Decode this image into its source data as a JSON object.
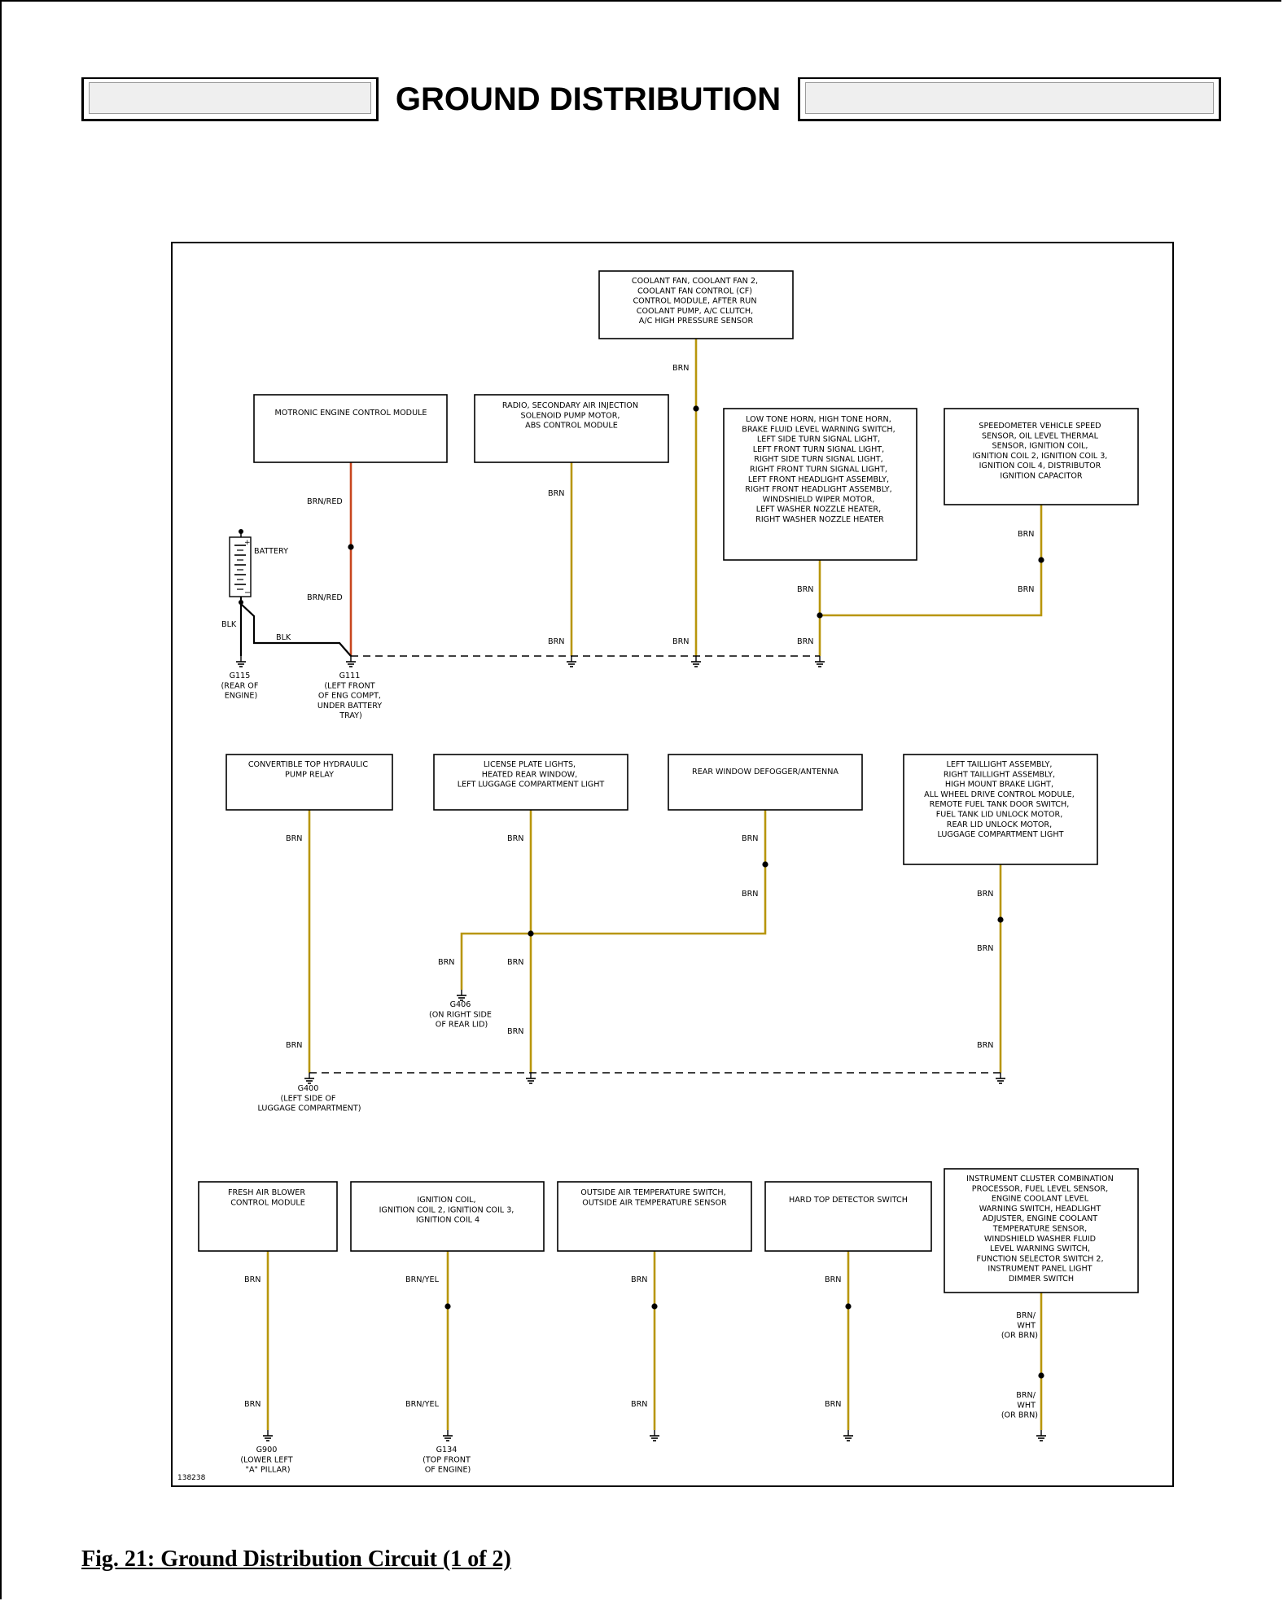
{
  "title": "GROUND DISTRIBUTION",
  "caption": "Fig. 21: Ground Distribution Circuit (1 of 2)",
  "diagram_id": "138238",
  "components": {
    "coolant": [
      "COOLANT FAN, COOLANT FAN 2,",
      "COOLANT FAN CONTROL (CF)",
      "CONTROL MODULE, AFTER RUN",
      "COOLANT PUMP, A/C CLUTCH,",
      "A/C HIGH PRESSURE SENSOR"
    ],
    "motronic": [
      "MOTRONIC ENGINE CONTROL MODULE"
    ],
    "radio": [
      "RADIO, SECONDARY AIR INJECTION",
      "SOLENOID PUMP MOTOR,",
      "ABS CONTROL MODULE"
    ],
    "horn": [
      "LOW TONE HORN, HIGH TONE HORN,",
      "BRAKE FLUID LEVEL WARNING SWITCH,",
      "LEFT SIDE TURN SIGNAL LIGHT,",
      "LEFT FRONT TURN SIGNAL LIGHT,",
      "RIGHT SIDE TURN SIGNAL LIGHT,",
      "RIGHT FRONT TURN SIGNAL LIGHT,",
      "LEFT FRONT HEADLIGHT ASSEMBLY,",
      "RIGHT FRONT HEADLIGHT ASSEMBLY,",
      "WINDSHIELD WIPER MOTOR,",
      "LEFT WASHER NOZZLE HEATER,",
      "RIGHT WASHER NOZZLE HEATER"
    ],
    "speedo": [
      "SPEEDOMETER VEHICLE SPEED",
      "SENSOR, OIL LEVEL THERMAL",
      "SENSOR, IGNITION COIL,",
      "IGNITION COIL 2, IGNITION COIL 3,",
      "IGNITION COIL 4, DISTRIBUTOR",
      "IGNITION CAPACITOR"
    ],
    "convertible": [
      "CONVERTIBLE TOP HYDRAULIC",
      "PUMP RELAY"
    ],
    "license": [
      "LICENSE PLATE LIGHTS,",
      "HEATED REAR WINDOW,",
      "LEFT LUGGAGE COMPARTMENT LIGHT"
    ],
    "defogger": [
      "REAR WINDOW DEFOGGER/ANTENNA"
    ],
    "taillight": [
      "LEFT TAILLIGHT ASSEMBLY,",
      "RIGHT TAILLIGHT ASSEMBLY,",
      "HIGH MOUNT BRAKE LIGHT,",
      "ALL WHEEL DRIVE CONTROL MODULE,",
      "REMOTE FUEL TANK DOOR SWITCH,",
      "FUEL TANK LID UNLOCK MOTOR,",
      "REAR LID UNLOCK MOTOR,",
      "LUGGAGE COMPARTMENT LIGHT"
    ],
    "blower": [
      "FRESH AIR BLOWER",
      "CONTROL MODULE"
    ],
    "ignition": [
      "IGNITION COIL,",
      "IGNITION COIL 2, IGNITION COIL 3,",
      "IGNITION COIL 4"
    ],
    "outside": [
      "OUTSIDE AIR TEMPERATURE SWITCH,",
      "OUTSIDE AIR TEMPERATURE SENSOR"
    ],
    "hardtop": [
      "HARD TOP DETECTOR SWITCH"
    ],
    "cluster": [
      "INSTRUMENT CLUSTER COMBINATION",
      "PROCESSOR, FUEL LEVEL SENSOR,",
      "ENGINE COOLANT LEVEL",
      "WARNING SWITCH, HEADLIGHT",
      "ADJUSTER, ENGINE COOLANT",
      "TEMPERATURE SENSOR,",
      "WINDSHIELD WASHER FLUID",
      "LEVEL WARNING SWITCH,",
      "FUNCTION SELECTOR SWITCH 2,",
      "INSTRUMENT PANEL LIGHT",
      "DIMMER SWITCH"
    ]
  },
  "battery_label": "BATTERY",
  "battery_terminals": {
    "plus": "+",
    "minus": "−"
  },
  "wire_colors": {
    "brn": "BRN",
    "brn_red": "BRN/RED",
    "blk": "BLK",
    "brn_yel": "BRN/YEL",
    "brn_wht": [
      "BRN/",
      "WHT",
      "(OR BRN)"
    ]
  },
  "grounds": {
    "g115": [
      "G115",
      "(REAR OF",
      "ENGINE)"
    ],
    "g111": [
      "G111",
      "(LEFT FRONT",
      "OF ENG COMPT,",
      "UNDER BATTERY",
      "TRAY)"
    ],
    "g406": [
      "G406",
      "(ON RIGHT SIDE",
      "OF REAR LID)"
    ],
    "g400": [
      "G400",
      "(LEFT SIDE OF",
      "LUGGAGE COMPARTMENT)"
    ],
    "g900": [
      "G900",
      "(LOWER LEFT",
      "\"A\" PILLAR)"
    ],
    "g134": [
      "G134",
      "(TOP FRONT",
      "OF ENGINE)"
    ]
  },
  "colors": {
    "wire_brn": "#b8960c",
    "wire_brn_red": "#c8461e",
    "wire_blk": "#000000",
    "header_fill": "#efefef"
  }
}
